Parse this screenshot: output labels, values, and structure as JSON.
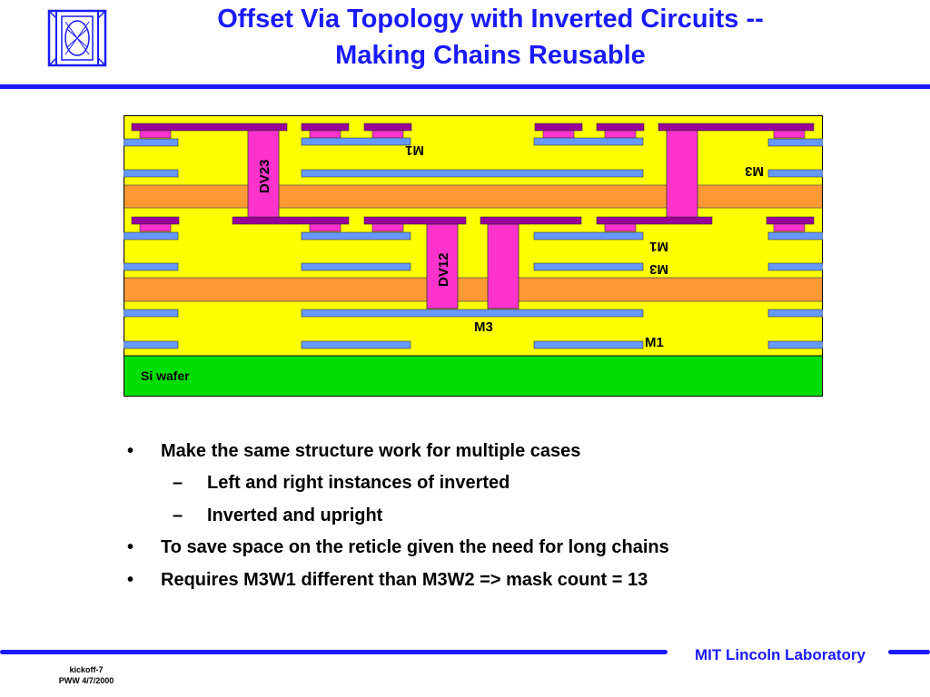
{
  "title_line1": "Offset Via Topology with Inverted Circuits --",
  "title_line2": "Making Chains Reusable",
  "diagram": {
    "labels": {
      "dv23": "DV23",
      "dv12": "DV12",
      "m1_top_inverted": "M1",
      "m3_top_inverted": "M3",
      "m1_mid_inverted": "M1",
      "m3_mid_inverted": "M3",
      "m3_bottom": "M3",
      "m1_bottom": "M1",
      "si_wafer": "Si wafer"
    },
    "colors": {
      "oxide": "#ffff00",
      "bonding_layer": "#ff9933",
      "metal": "#6699ff",
      "via": "#ff33cc",
      "top_metal": "#990099",
      "wafer": "#00dd00"
    }
  },
  "bullets": [
    {
      "level": 1,
      "mark": "•",
      "text": "Make the same structure work for multiple cases"
    },
    {
      "level": 2,
      "mark": "–",
      "text": "Left and right instances of inverted"
    },
    {
      "level": 2,
      "mark": "–",
      "text": "Inverted and upright"
    },
    {
      "level": 1,
      "mark": "•",
      "text": "To save space on the reticle given the need for long chains"
    },
    {
      "level": 1,
      "mark": "•",
      "text": "Requires M3W1 different than M3W2 => mask count = 13"
    }
  ],
  "footer": {
    "lab": "MIT Lincoln Laboratory",
    "slide_id": "kickoff-7",
    "author_date": "PWW 4/7/2000"
  }
}
